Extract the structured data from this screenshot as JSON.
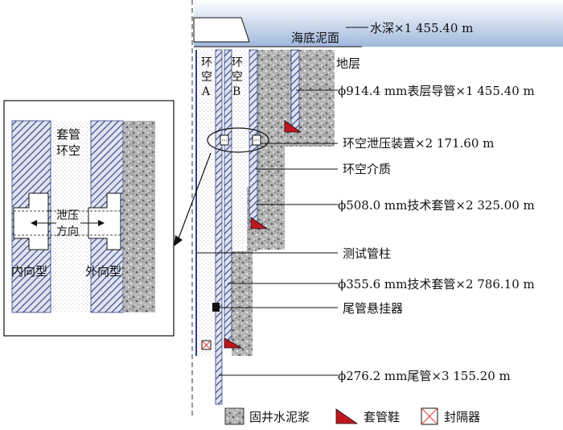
{
  "labels": {
    "water_depth": "水深×1 455.40 m",
    "seabed": "海底泥面",
    "formation": "地层",
    "annulus_a_lines": [
      "环",
      "空",
      "A"
    ],
    "annulus_b_lines": [
      "环",
      "空",
      "B"
    ],
    "conductor": "ϕ914.4 mm表层导管×1 455.40 m",
    "relief_device": "环空泄压装置×2 171.60 m",
    "annular_medium": "环空介质",
    "casing_508": "ϕ508.0 mm技术套管×2 325.00 m",
    "test_string": "测试管柱",
    "casing_355": "ϕ355.6 mm技术套管×2 786.10 m",
    "liner_hanger": "尾管悬挂器",
    "liner_276": "ϕ276.2 mm尾管×3 155.20 m"
  },
  "detail": {
    "casing_annulus_lines": [
      "套管",
      "环空"
    ],
    "relief_direction_lines": [
      "泄压",
      "方向"
    ],
    "inward_type": "内向型",
    "outward_type": "外向型"
  },
  "legend": {
    "cement": "固井水泥浆",
    "casing_shoe": "套管鞋",
    "packer": "封隔器"
  },
  "colors": {
    "sea": "#9fb8dc",
    "casing_hatch": "#2f3f82",
    "cement_base": "#b8b8b8",
    "shoe": "#c0161f",
    "packer": "#e23a3a",
    "line": "#111111"
  }
}
